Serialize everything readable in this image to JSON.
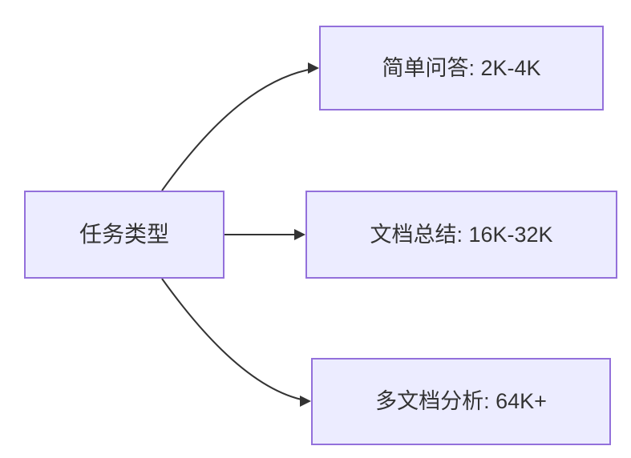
{
  "diagram": {
    "type": "flowchart-left-to-right",
    "root": {
      "id": "task-type",
      "label": "任务类型"
    },
    "branches": [
      {
        "id": "simple-qa",
        "label": "简单问答: 2K-4K"
      },
      {
        "id": "doc-summary",
        "label": "文档总结: 16K-32K"
      },
      {
        "id": "multi-doc",
        "label": "多文档分析: 64K+"
      }
    ],
    "connections": [
      {
        "from": "任务类型",
        "to": "简单问答: 2K-4K"
      },
      {
        "from": "任务类型",
        "to": "文档总结: 16K-32K"
      },
      {
        "from": "任务类型",
        "to": "多文档分析: 64K+"
      }
    ],
    "colors": {
      "node_fill": "#ECECFF",
      "node_border": "#9370DB",
      "edge": "#333333",
      "text": "#333333",
      "background": "#FFFFFF"
    }
  }
}
